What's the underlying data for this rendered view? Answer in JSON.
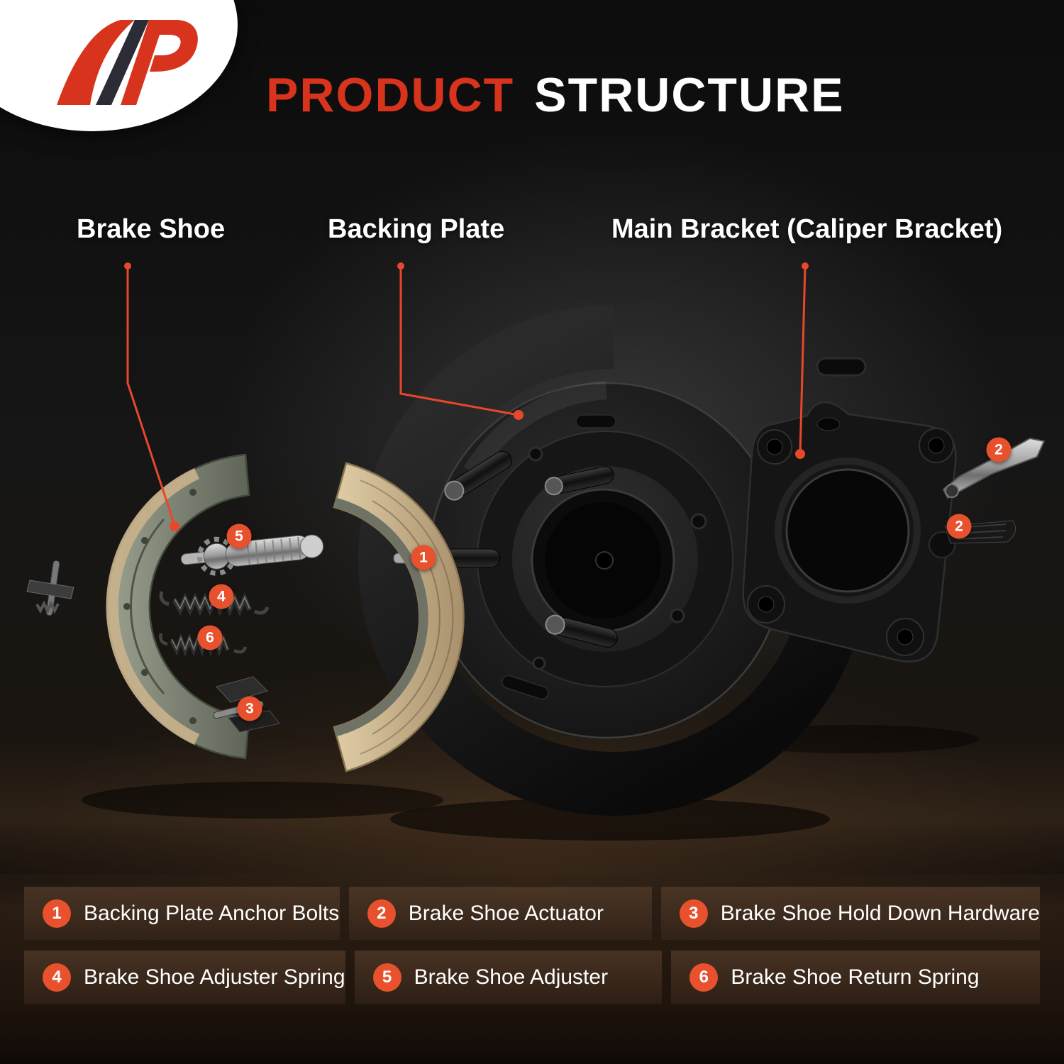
{
  "header": {
    "title_red": "PRODUCT",
    "title_white": "STRUCTURE"
  },
  "logo": {
    "text": "AP"
  },
  "callouts": [
    {
      "label": "Brake Shoe"
    },
    {
      "label": "Backing Plate"
    },
    {
      "label": "Main Bracket (Caliper Bracket)"
    }
  ],
  "markers": [
    "1",
    "2",
    "3",
    "4",
    "5",
    "6"
  ],
  "legend": {
    "items": [
      {
        "num": "1",
        "label": "Backing Plate Anchor Bolts"
      },
      {
        "num": "2",
        "label": "Brake Shoe Actuator"
      },
      {
        "num": "3",
        "label": "Brake Shoe Hold Down Hardware"
      },
      {
        "num": "4",
        "label": "Brake Shoe Adjuster Spring"
      },
      {
        "num": "5",
        "label": "Brake Shoe Adjuster"
      },
      {
        "num": "6",
        "label": "Brake Shoe Return Spring"
      }
    ]
  },
  "colors": {
    "accent_orange": "#e8512d",
    "title_red": "#d7331d",
    "background": "#111111",
    "legend_panel": "#2a1d13"
  }
}
